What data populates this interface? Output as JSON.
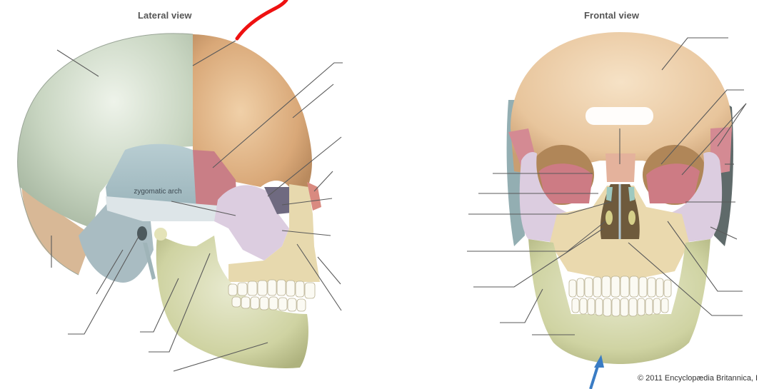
{
  "diagram": {
    "subject": "Human skull bones",
    "views": [
      {
        "id": "lateral",
        "title": "Lateral view",
        "inner_labels": [
          "zygomatic arch"
        ],
        "leader_line_count": 17,
        "bone_regions": [
          {
            "name": "parietal",
            "color": "#c9d6c2"
          },
          {
            "name": "frontal",
            "color": "#d9a878"
          },
          {
            "name": "temporal",
            "color": "#a9c0c6"
          },
          {
            "name": "sphenoid",
            "color": "#c97e86"
          },
          {
            "name": "zygomatic",
            "color": "#dccde0"
          },
          {
            "name": "occipital",
            "color": "#d8b896"
          },
          {
            "name": "maxilla",
            "color": "#e7d9ae"
          },
          {
            "name": "mandible",
            "color": "#cfd3a2"
          },
          {
            "name": "nasal",
            "color": "#d98a80"
          },
          {
            "name": "lacrimal",
            "color": "#6f6a80"
          }
        ]
      },
      {
        "id": "frontal",
        "title": "Frontal view",
        "inner_labels": [],
        "leader_line_count": 16,
        "bone_regions": [
          {
            "name": "frontal",
            "color": "#e8c59c"
          },
          {
            "name": "sphenoid",
            "color": "#d48a93"
          },
          {
            "name": "zygomatic",
            "color": "#dccde0"
          },
          {
            "name": "maxilla",
            "color": "#ead9ae"
          },
          {
            "name": "mandible",
            "color": "#cfd3a2"
          },
          {
            "name": "temporal",
            "color": "#93aeb2"
          },
          {
            "name": "nasal",
            "color": "#e4b29c"
          },
          {
            "name": "ethmoid",
            "color": "#9ec9c0"
          },
          {
            "name": "vomer",
            "color": "#b0c6d2"
          }
        ]
      }
    ],
    "annotations": [
      {
        "type": "red-pen-stroke",
        "color": "#ee1111",
        "view": "lateral",
        "location": "top of skull near coronal suture"
      },
      {
        "type": "blue-arrow",
        "color": "#3a7cc4",
        "view": "frontal",
        "location": "pointing up at mandible chin"
      }
    ],
    "copyright": "© 2011 Encyclopædia Britannica, I"
  }
}
